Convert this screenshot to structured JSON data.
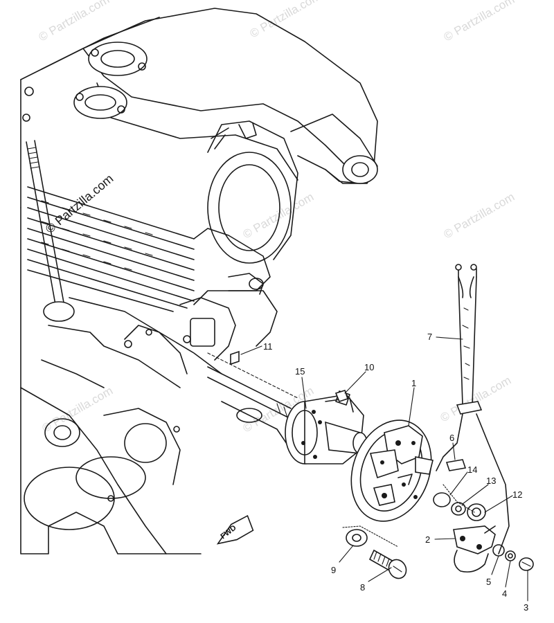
{
  "watermark": "© Partzilla.com",
  "fwd_label": "FWD",
  "callouts": {
    "c1": "1",
    "c2": "2",
    "c3": "3",
    "c4": "4",
    "c5": "5",
    "c6": "6",
    "c7": "7",
    "c8": "8",
    "c9": "9",
    "c10": "10",
    "c11": "11",
    "c12": "12",
    "c13": "13",
    "c14": "14",
    "c15": "15"
  },
  "colors": {
    "line": "#1a1a1a",
    "watermark": "#d9d9d9",
    "background": "#ffffff"
  }
}
